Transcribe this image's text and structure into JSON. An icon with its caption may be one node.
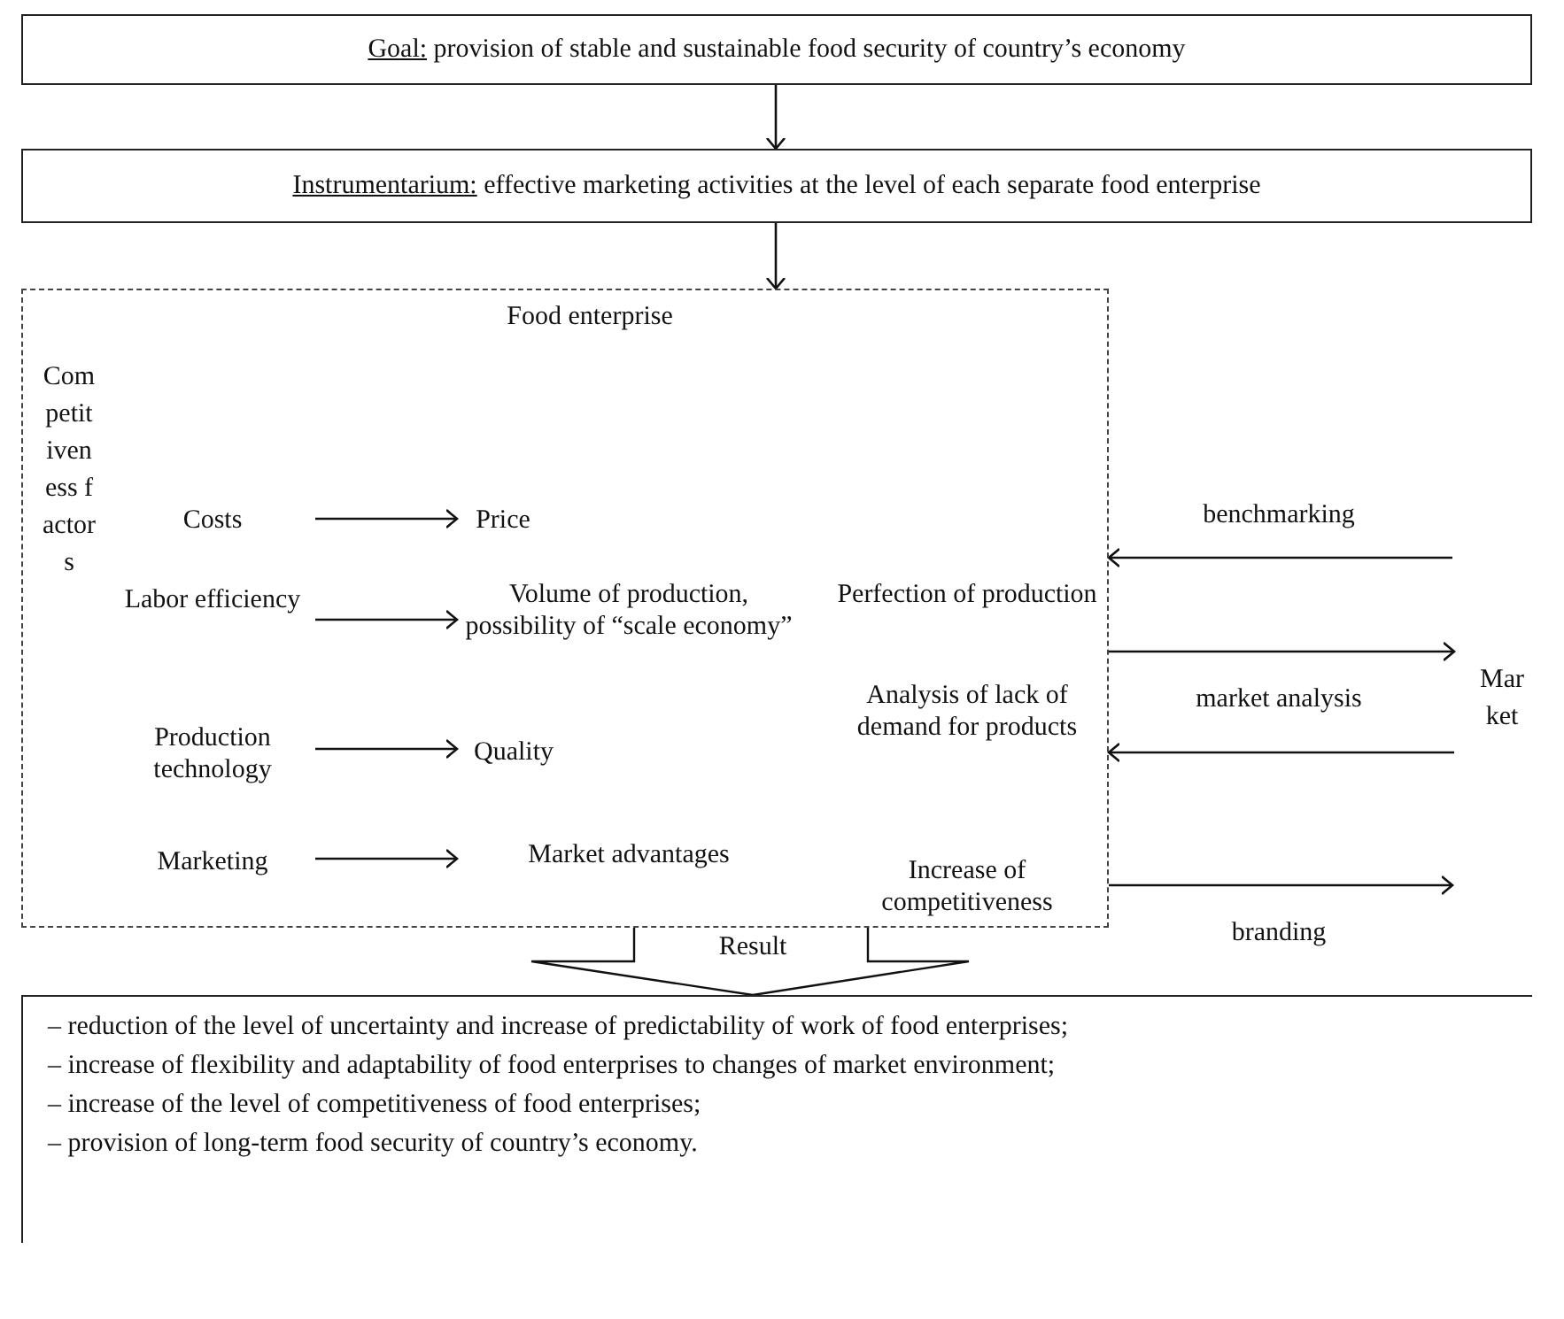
{
  "diagram": {
    "nodes": [
      {
        "text": [
          "Goal:",
          "provision of stable and sustainable food security of country’s economy"
        ]
      },
      {
        "text": [
          "Instrumentarium:",
          "effective marketing activities at the level of each separate food enterprise"
        ]
      },
      {
        "text": [
          "Food enterprise"
        ]
      },
      {
        "text": [
          "Competitiveness factors"
        ],
        "in": 2
      },
      {
        "text": [
          "Costs"
        ],
        "in": 2
      },
      {
        "text": [
          "Labor efficiency"
        ],
        "in": 2
      },
      {
        "text": [
          "Production technology"
        ],
        "in": 2
      },
      {
        "text": [
          "Marketing"
        ],
        "in": 2
      },
      {
        "text": [
          "Price"
        ],
        "in": 2
      },
      {
        "text": [
          "Volume of production, possibility of “scale economy”"
        ],
        "in": 2
      },
      {
        "text": [
          "Quality"
        ],
        "in": 2
      },
      {
        "text": [
          "Market advantages"
        ],
        "in": 2
      },
      {
        "text": [
          "Perfection of production"
        ],
        "in": 2
      },
      {
        "text": [
          "Analysis of lack of demand for products"
        ],
        "in": 2
      },
      {
        "text": [
          "Increase of competitiveness"
        ],
        "in": 2
      },
      {
        "text": [
          "Market"
        ]
      },
      {
        "text": [
          "– reduction of the level of uncertainty and increase of predictability of work of food enterprises;",
          "– increase of flexibility and adaptability of food enterprises to changes of market environment;",
          "– increase of the level of competitiveness of food enterprises;",
          "– provision of long-term food security of country’s economy."
        ]
      }
    ],
    "edges": [
      {
        "from": 0,
        "to": 1,
        "arrow": "to"
      },
      {
        "from": 1,
        "to": 2,
        "arrow": "to"
      },
      {
        "from": 4,
        "to": 8,
        "arrow": "to"
      },
      {
        "from": 5,
        "to": 9,
        "arrow": "to"
      },
      {
        "from": 6,
        "to": 10,
        "arrow": "to"
      },
      {
        "from": 7,
        "to": 11,
        "arrow": "to"
      },
      {
        "from": null,
        "to": 2,
        "arrow": "to",
        "label": "benchmarking"
      },
      {
        "from": 2,
        "to": 15,
        "arrow": "to",
        "label": "market analysis"
      },
      {
        "from": 15,
        "to": 2,
        "arrow": "to"
      },
      {
        "from": 2,
        "to": null,
        "arrow": "to",
        "label": "branding"
      },
      {
        "from": 2,
        "to": 16,
        "arrow": "to",
        "label": "Result",
        "style": "thick"
      }
    ]
  }
}
